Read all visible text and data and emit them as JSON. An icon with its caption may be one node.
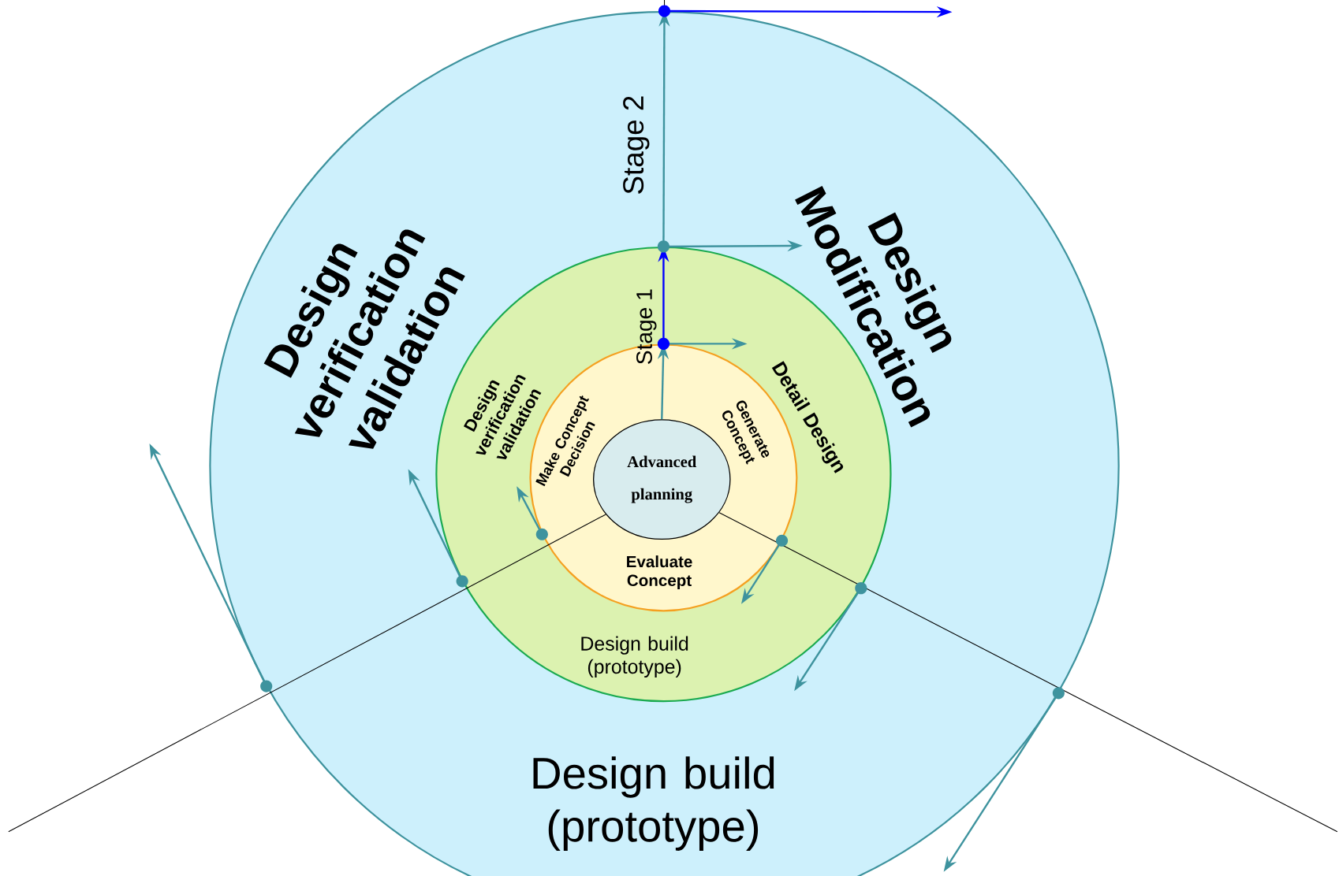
{
  "diagram": {
    "nodes": [
      {
        "text": [
          "Design verification validation",
          "Design Modification",
          "Design build (prototype)"
        ]
      },
      {
        "text": [
          "Design verification validation",
          "Detail Design",
          "Design build (prototype)"
        ],
        "in": 0
      },
      {
        "text": [
          "Make Concept Decision",
          "Generate Concept",
          "Evaluate Concept"
        ],
        "in": 1
      },
      {
        "text": [
          "Advanced planning"
        ],
        "in": 2
      }
    ],
    "edges": [
      {
        "from": 3,
        "to": 2,
        "arrow": "to"
      },
      {
        "from": 2,
        "to": 1,
        "arrow": "to",
        "color": "#0000ff"
      },
      {
        "from": 1,
        "to": 0,
        "arrow": "to"
      },
      {
        "from": 0,
        "to": null,
        "arrow": "to",
        "color": "#0000ff"
      },
      {
        "from": 2,
        "to": null,
        "arrow": "to"
      },
      {
        "from": 1,
        "to": null,
        "arrow": "to"
      },
      {
        "from": 2,
        "to": null,
        "arrow": "to"
      },
      {
        "from": 1,
        "to": null,
        "arrow": "to"
      },
      {
        "from": 0,
        "to": null,
        "arrow": "to"
      },
      {
        "from": 2,
        "to": null,
        "arrow": "to"
      },
      {
        "from": 1,
        "to": null,
        "arrow": "to"
      },
      {
        "from": 0,
        "to": null,
        "arrow": "to"
      }
    ],
    "labels": [
      "Stage 2",
      "Stage 1"
    ]
  }
}
